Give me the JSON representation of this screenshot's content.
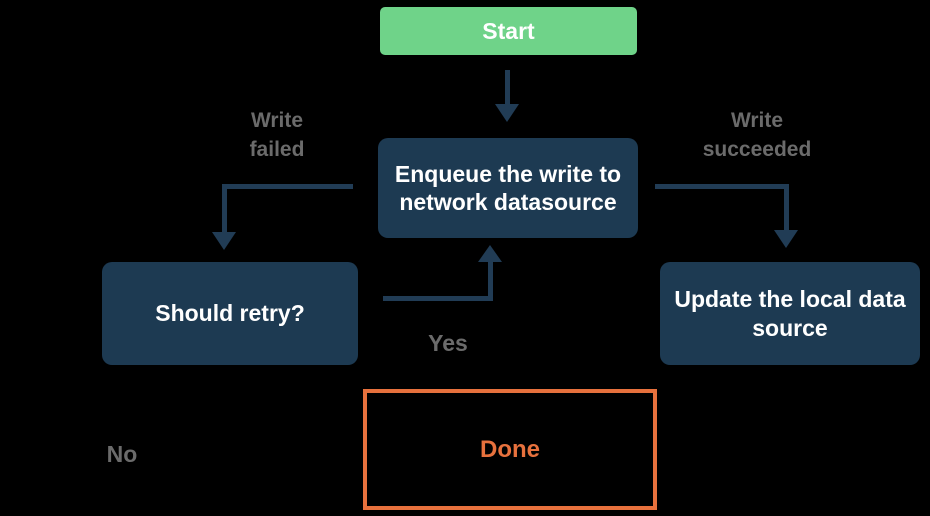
{
  "colors": {
    "background": "#000000",
    "start_fill": "#6FD389",
    "node_fill": "#1D3A52",
    "edge": "#213C55",
    "edge_label_text": "#6B6B6B",
    "done_accent": "#E7713D",
    "node_text": "#FFFFFF"
  },
  "nodes": {
    "start": {
      "label": "Start"
    },
    "enqueue": {
      "label": "Enqueue the write to\nnetwork datasource"
    },
    "should_retry": {
      "label": "Should retry?"
    },
    "update_local": {
      "label": "Update the local data\nsource"
    },
    "done": {
      "label": "Done"
    }
  },
  "edge_labels": {
    "write_failed": "Write\nfailed",
    "write_succeeded": "Write\nsucceeded",
    "yes": "Yes",
    "no": "No"
  }
}
